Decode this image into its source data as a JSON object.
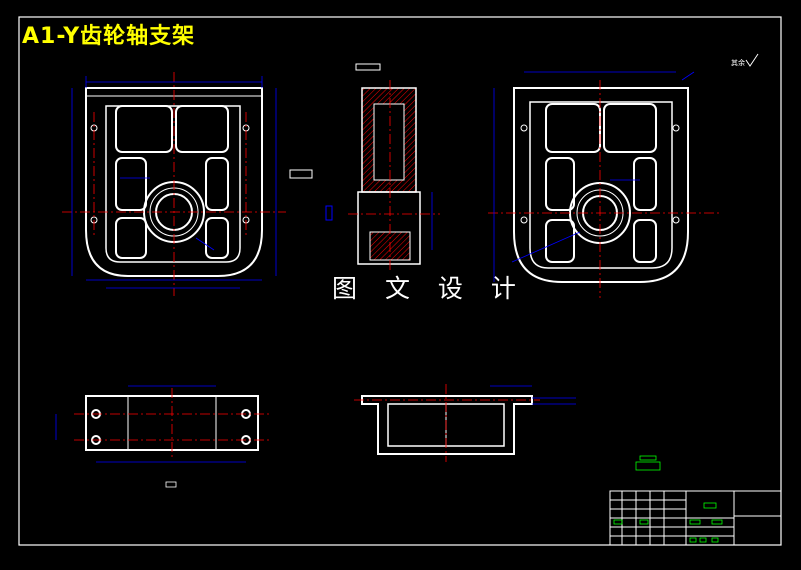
{
  "drawing": {
    "title": "A1-Y齿轮轴支架",
    "watermark": "图 文 设 计",
    "roughness_note": "其余"
  },
  "colors": {
    "background": "#000000",
    "outline": "#ffffff",
    "centerline": "#ff0000",
    "dimension": "#0000ff",
    "title_text": "#ffff00",
    "hatch": "#ff0000",
    "tolerance": "#00ff00"
  },
  "views": [
    "front-view",
    "side-section-view",
    "right-view",
    "top-view",
    "flange-section-view"
  ],
  "title_block": {
    "name": ""
  }
}
